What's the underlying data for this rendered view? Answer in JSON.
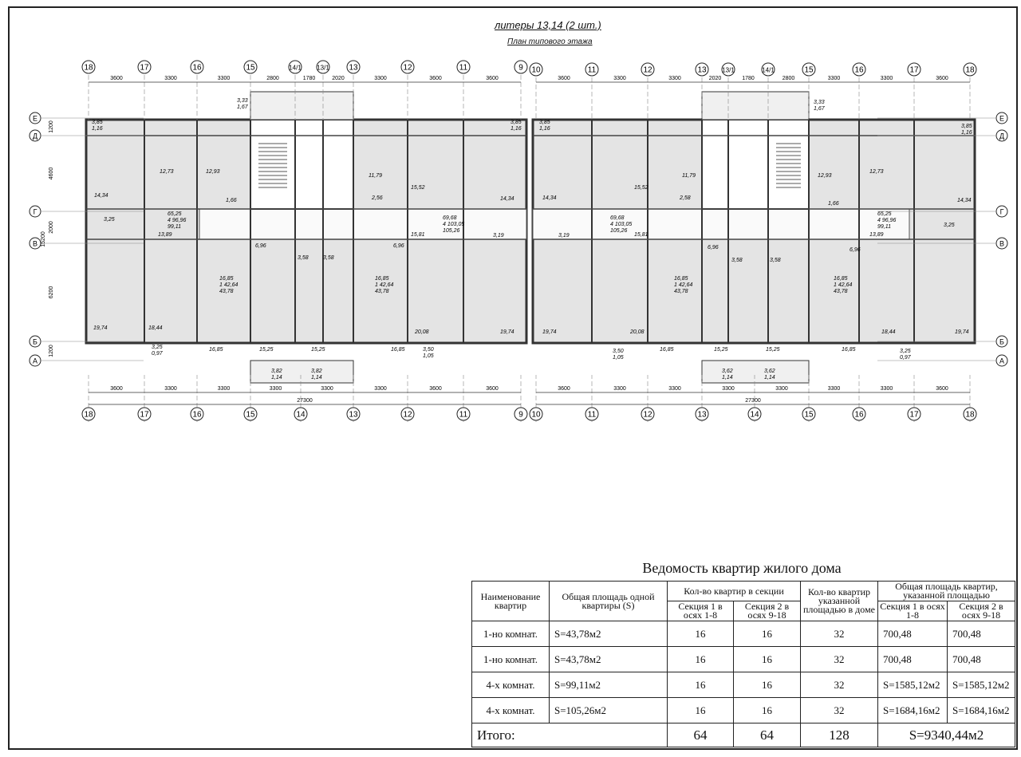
{
  "header": {
    "title": "литеры 13,14 (2 шт.)",
    "subtitle": "План типового этажа"
  },
  "plan": {
    "left_axes": [
      "18",
      "17",
      "16",
      "15",
      "14/1",
      "13/1",
      "13",
      "12",
      "11",
      "9"
    ],
    "right_axes": [
      "10",
      "11",
      "12",
      "13",
      "13/1",
      "14/1",
      "15",
      "16",
      "17",
      "18"
    ],
    "left_bottom_axes": [
      "18",
      "17",
      "16",
      "15",
      "14",
      "13",
      "12",
      "11",
      "9"
    ],
    "right_bottom_axes": [
      "10",
      "11",
      "12",
      "13",
      "14",
      "15",
      "16",
      "17",
      "18"
    ],
    "left_top_dims": [
      "3600",
      "3300",
      "3300",
      "2800",
      "1780",
      "2020",
      "3300",
      "3600",
      "3600"
    ],
    "right_top_dims": [
      "3600",
      "3300",
      "3300",
      "2020",
      "1780",
      "2800",
      "3300",
      "3300",
      "3600"
    ],
    "left_bottom_dims": [
      "3600",
      "3300",
      "3300",
      "3300",
      "3300",
      "3300",
      "3600",
      "3600"
    ],
    "right_bottom_dims": [
      "3600",
      "3300",
      "3300",
      "3300",
      "3300",
      "3300",
      "3300",
      "3600"
    ],
    "total_dim": "27300",
    "row_axes": [
      "Е",
      "Д",
      "Г",
      "В",
      "Б",
      "А"
    ],
    "row_dims": [
      "1200",
      "4600",
      "2000",
      "6200",
      "1200"
    ],
    "row_total": "15200",
    "room_labels": [
      [
        "3,85",
        "1,16"
      ],
      [
        "12,73"
      ],
      [
        "12,93"
      ],
      [
        "3,33",
        "1,67"
      ],
      [
        "14,34"
      ],
      [
        "3,25"
      ],
      [
        "65,25",
        "4 96,96",
        "99,11"
      ],
      [
        "13,89"
      ],
      [
        "1,66"
      ],
      [
        "11,79"
      ],
      [
        "2,56"
      ],
      [
        "15,52"
      ],
      [
        "69,68",
        "4 103,05",
        "105,26"
      ],
      [
        "14,34"
      ],
      [
        "3,19"
      ],
      [
        "15,81"
      ],
      [
        "6,96"
      ],
      [
        "3,58"
      ],
      [
        "3,58"
      ],
      [
        "6,96"
      ],
      [
        "16,85",
        "1 42,64",
        "43,78"
      ],
      [
        "16,85",
        "1 42,64",
        "43,78"
      ],
      [
        "19,74"
      ],
      [
        "18,44"
      ],
      [
        "20,08"
      ],
      [
        "19,74"
      ],
      [
        "3,25",
        "0,97"
      ],
      [
        "16,85"
      ],
      [
        "15,25"
      ],
      [
        "15,25"
      ],
      [
        "16,85"
      ],
      [
        "3,50",
        "1,05"
      ],
      [
        "3,82",
        "1,14"
      ],
      [
        "3,82",
        "1,14"
      ],
      [
        "3,85",
        "1,16"
      ],
      [
        "3,85",
        "1,16"
      ],
      [
        "14,34"
      ],
      [
        "15,52"
      ],
      [
        "69,68",
        "4 103,05",
        "105,26"
      ],
      [
        "11,79"
      ],
      [
        "2,58"
      ],
      [
        "12,93"
      ],
      [
        "12,73"
      ],
      [
        "3,33",
        "1,67"
      ],
      [
        "1,66"
      ],
      [
        "65,25",
        "4 96,96",
        "99,11"
      ],
      [
        "14,34"
      ],
      [
        "3,85",
        "1,16"
      ],
      [
        "3,19"
      ],
      [
        "15,81"
      ],
      [
        "3,25"
      ],
      [
        "13,89"
      ],
      [
        "6,96"
      ],
      [
        "3,58"
      ],
      [
        "3,58"
      ],
      [
        "6,96"
      ],
      [
        "16,85",
        "1 42,64",
        "43,78"
      ],
      [
        "16,85",
        "1 42,64",
        "43,78"
      ],
      [
        "19,74"
      ],
      [
        "20,08"
      ],
      [
        "18,44"
      ],
      [
        "19,74"
      ],
      [
        "3,50",
        "1,05"
      ],
      [
        "16,85"
      ],
      [
        "15,25"
      ],
      [
        "15,25"
      ],
      [
        "16,85"
      ],
      [
        "3,25",
        "0,97"
      ],
      [
        "3,62",
        "1,14"
      ],
      [
        "3,62",
        "1,14"
      ]
    ]
  },
  "table": {
    "title": "Ведомость квартир жилого дома",
    "headers": {
      "name": "Наименование квартир",
      "area_one": "Общая площадь одной квартиры (S)",
      "count_section": "Кол-во квартир в секции",
      "count_house": "Кол-во квартир указанной площадью в доме",
      "total_area": "Общая площадь квартир, указанной площадью",
      "sec1": "Секция 1 в осях 1-8",
      "sec2": "Секция 2 в осях 9-18",
      "sec1b": "Секция 1 в осях 1-8",
      "sec2b": "Секция 2 в осях 9-18"
    },
    "rows": [
      [
        "1-но комнат.",
        "S=43,78м2",
        "16",
        "16",
        "32",
        "700,48",
        "700,48"
      ],
      [
        "1-но комнат.",
        "S=43,78м2",
        "16",
        "16",
        "32",
        "700,48",
        "700,48"
      ],
      [
        "4-х комнат.",
        "S=99,11м2",
        "16",
        "16",
        "32",
        "S=1585,12м2",
        "S=1585,12м2"
      ],
      [
        "4-х комнат.",
        "S=105,26м2",
        "16",
        "16",
        "32",
        "S=1684,16м2",
        "S=1684,16м2"
      ]
    ],
    "total": {
      "label": "Итого:",
      "sec1": "64",
      "sec2": "64",
      "house": "128",
      "area": "S=9340,44м2"
    }
  }
}
